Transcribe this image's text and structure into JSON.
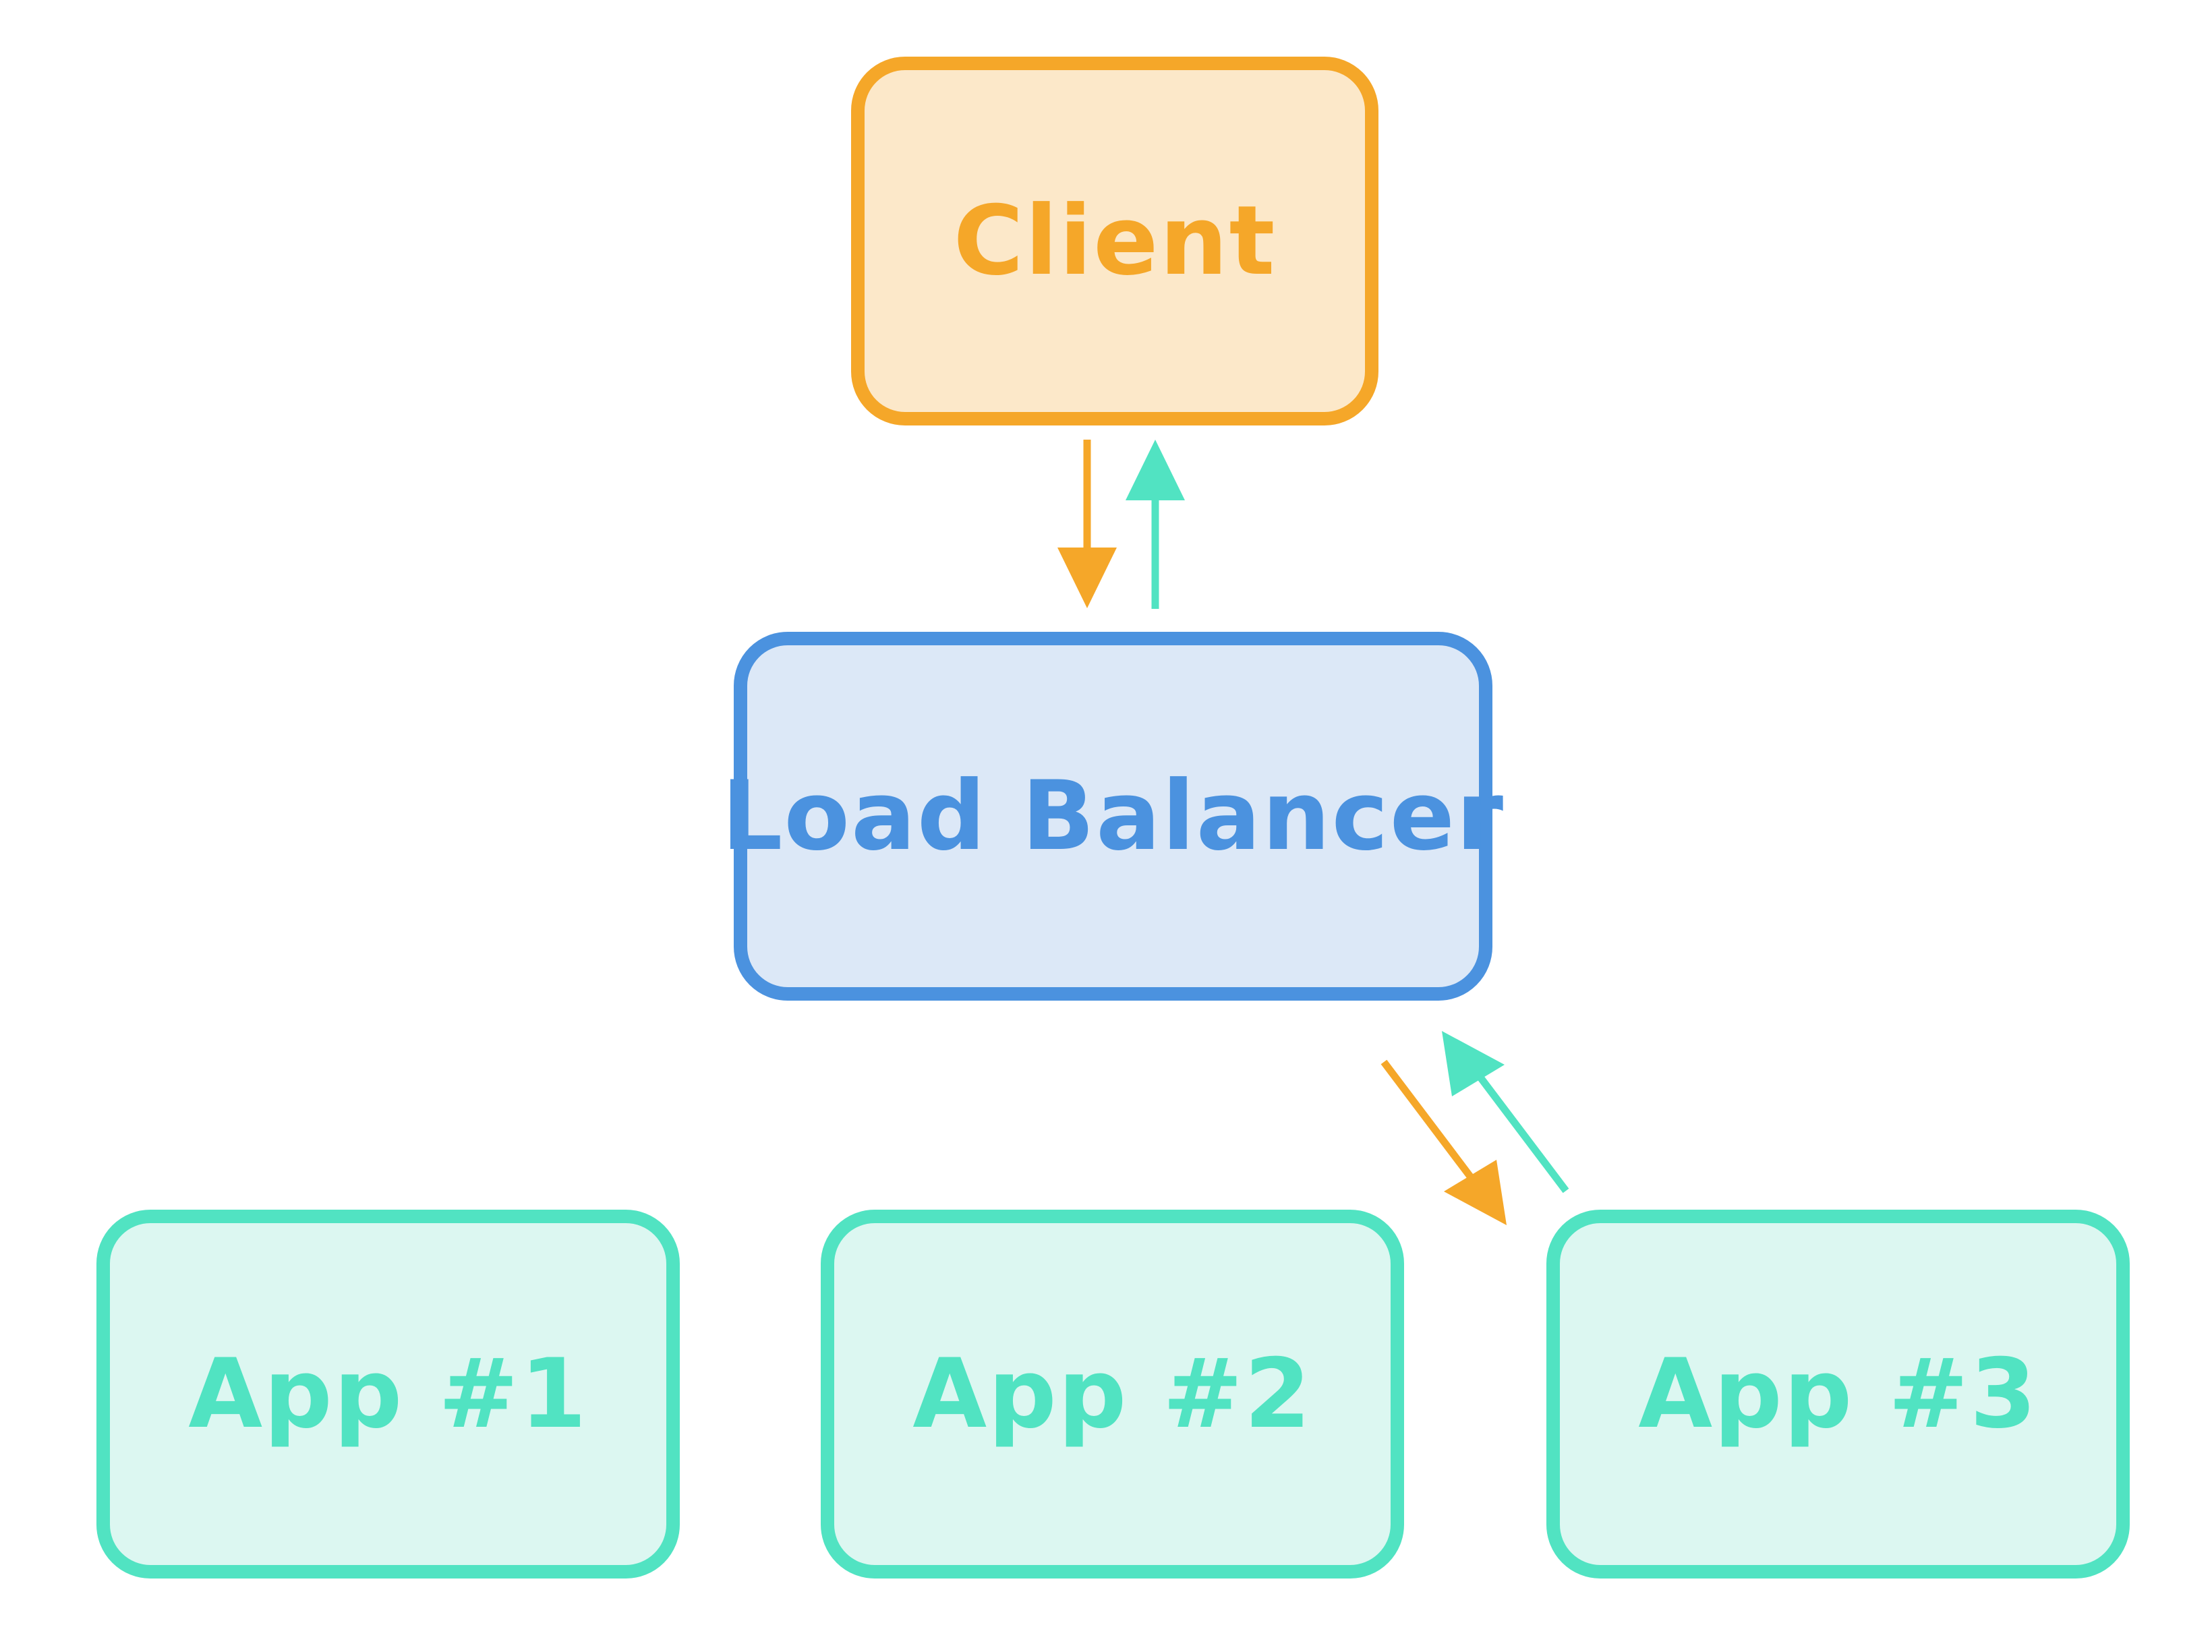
{
  "colors": {
    "client_stroke": "#f5a729",
    "client_fill": "#fce8c9",
    "lb_stroke": "#4b92df",
    "lb_fill": "#dce8f7",
    "app_stroke": "#51e3c2",
    "app_fill": "#dcf7f1",
    "request_arrow": "#f5a729",
    "response_arrow": "#51e3c2"
  },
  "nodes": {
    "client": {
      "label": "Client"
    },
    "load_balancer": {
      "label": "Load Balancer"
    },
    "apps": [
      {
        "label": "App #1"
      },
      {
        "label": "App #2"
      },
      {
        "label": "App #3"
      }
    ]
  },
  "edges": [
    {
      "from": "Client",
      "to": "Load Balancer",
      "color": "request"
    },
    {
      "from": "Load Balancer",
      "to": "Client",
      "color": "response"
    },
    {
      "from": "Load Balancer",
      "to": "App #3",
      "color": "request"
    },
    {
      "from": "App #3",
      "to": "Load Balancer",
      "color": "response"
    }
  ]
}
